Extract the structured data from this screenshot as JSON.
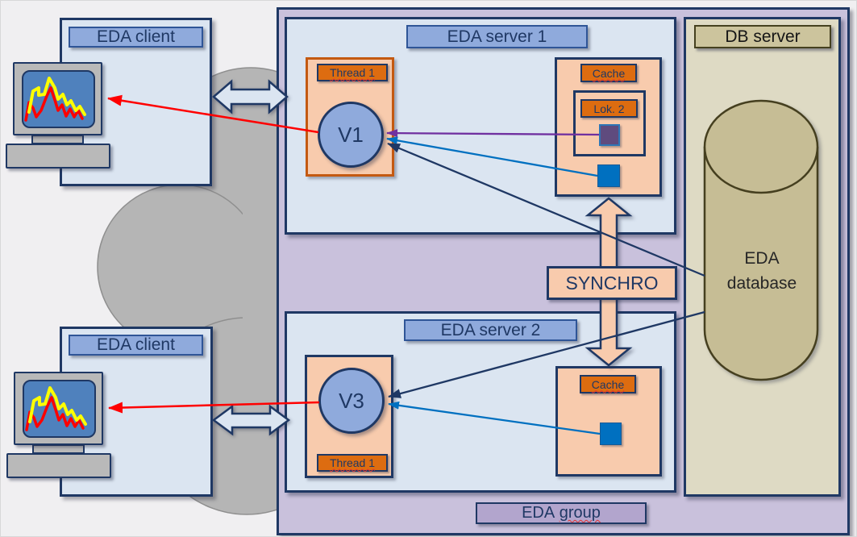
{
  "clients": [
    {
      "title": "EDA client"
    },
    {
      "title": "EDA client"
    }
  ],
  "servers": [
    {
      "title": "EDA server 1",
      "thread_label": "Thread 1",
      "variable": "V1",
      "cache_label": "Cache",
      "lok_label": "Lok. 2"
    },
    {
      "title": "EDA server 2",
      "thread_label": "Thread 1",
      "variable": "V3",
      "cache_label": "Cache"
    }
  ],
  "group": {
    "label_prefix": "EDA ",
    "label_wavy": "group"
  },
  "db_server": {
    "title": "DB server",
    "database_line1": "EDA",
    "database_line2": "database"
  },
  "synchro": {
    "label": "SYNCHRO"
  },
  "icons": {
    "client_screen": "monitor-chart-icon",
    "network": "cloud-icon",
    "client_link": "double-arrow-icon",
    "synchro_link": "double-arrow-icon",
    "database": "database-cylinder-icon"
  },
  "colors": {
    "background": "#f0eff1",
    "group_fill": "#c9c1dc",
    "server_fill": "#dbe5f1",
    "title_fill": "#8faadc",
    "navy_border": "#1f3864",
    "peach_fill": "#f8cbad",
    "orange_label_fill": "#dd6c10",
    "thread1_border_orange": "#c45911",
    "circle_fill": "#8faadc",
    "purple_square": "#5f4b7e",
    "blue_square": "#0070c0",
    "db_box_fill": "#dedac4",
    "db_title_fill": "#ccc49d",
    "cylinder_fill": "#c6bd95",
    "cylinder_border": "#453f1f",
    "cloud_fill": "#b5b5b5",
    "arrow_red": "#ff0000",
    "arrow_purple": "#7030a0",
    "arrow_blue": "#0070c0",
    "arrow_navy": "#1f3864"
  }
}
